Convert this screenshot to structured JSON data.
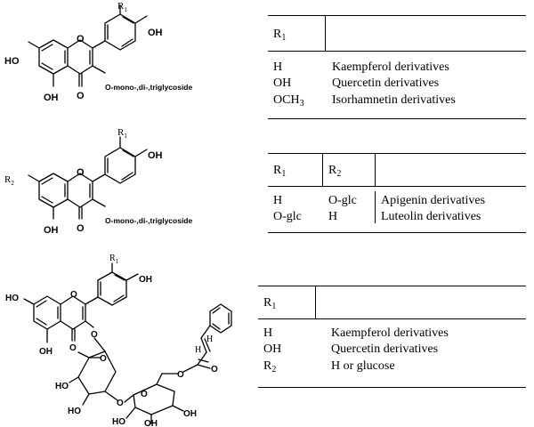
{
  "structure1": {
    "r1": "R",
    "r1_sub": "1",
    "oh_top": "OH",
    "oh_left": "HO",
    "oh_bottom": "OH",
    "o_ring": "O",
    "o_keto": "O",
    "glycoside": "O-mono-,di-,triglycoside"
  },
  "structure2": {
    "r1": "R",
    "r1_sub": "1",
    "r2": "R",
    "r2_sub": "2",
    "oh_top": "OH",
    "oh_bottom": "OH",
    "o_ring": "O",
    "o_keto": "O",
    "glycoside": "O-mono-,di-,triglycoside"
  },
  "structure3": {
    "r1": "R",
    "r1_sub": "1",
    "oh_top": "OH",
    "oh_left": "HO",
    "oh_bottom": "OH",
    "o_ring": "O",
    "o_keto": "O",
    "o_link": "O",
    "o_sugar1": "O",
    "o_sugar_link": "O",
    "o_sugar2": "O",
    "o_ester": "O",
    "o_ester_carbonyl": "O",
    "ho_s1a": "HO",
    "ho_s1b": "HO",
    "ho_s2a": "HO",
    "oh_s2b": "OH",
    "oh_s2c": "OH",
    "h1": "H",
    "h2": "H"
  },
  "table1": {
    "header": {
      "r": "R",
      "r_sub": "1"
    },
    "rows": [
      {
        "r": "H",
        "desc": "Kaempferol derivatives"
      },
      {
        "r": "OH",
        "desc": "Quercetin derivatives"
      },
      {
        "r": "OCH",
        "r_sub": "3",
        "desc": "Isorhamnetin derivatives"
      }
    ]
  },
  "table2": {
    "header": {
      "r1": "R",
      "r1_sub": "1",
      "r2": "R",
      "r2_sub": "2"
    },
    "rows": [
      {
        "r1": "H",
        "r2": "O-glc",
        "desc": "Apigenin derivatives"
      },
      {
        "r1": "O-glc",
        "r2": "H",
        "desc": "Luteolin derivatives"
      }
    ]
  },
  "table3": {
    "header": {
      "r": "R",
      "r_sub": "1"
    },
    "rows": [
      {
        "r": "H",
        "desc": "Kaempferol derivatives"
      },
      {
        "r": "OH",
        "desc": "Quercetin derivatives"
      },
      {
        "r": "R",
        "r_sub": "2",
        "desc": "H or glucose"
      }
    ]
  }
}
